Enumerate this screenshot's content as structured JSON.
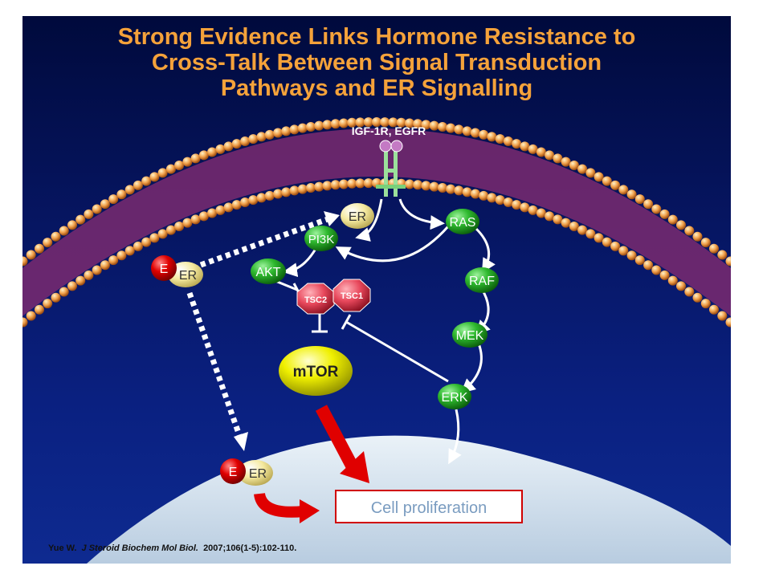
{
  "title_lines": [
    "Strong Evidence Links Hormone Resistance to",
    "Cross-Talk Between Signal Transduction",
    "Pathways and ER Signalling"
  ],
  "receptor_label": "IGF-1R, EGFR",
  "nodes": {
    "er_top": "ER",
    "pi3k": "PI3K",
    "akt": "AKT",
    "tsc2": "TSC2",
    "tsc1": "TSC1",
    "mtor": "mTOR",
    "ras": "RAS",
    "raf": "RAF",
    "mek": "MEK",
    "erk": "ERK",
    "estrogen": "E",
    "er_cyto": "ER",
    "er_nucleus": "ER"
  },
  "outcome_label": "Cell proliferation",
  "citation": {
    "authors": "Yue W.",
    "journal": "J Steroid Biochem Mol Biol.",
    "details": "2007;106(1-5):102-110."
  },
  "colors": {
    "title": "#f5a23a",
    "green_node": "#2eb82e",
    "tsc_node": "#e8485c",
    "mtor_node": "#e6e600",
    "estrogen_node": "#d80000",
    "er_node": "#f5eaa0",
    "outcome_border": "#d00000"
  }
}
